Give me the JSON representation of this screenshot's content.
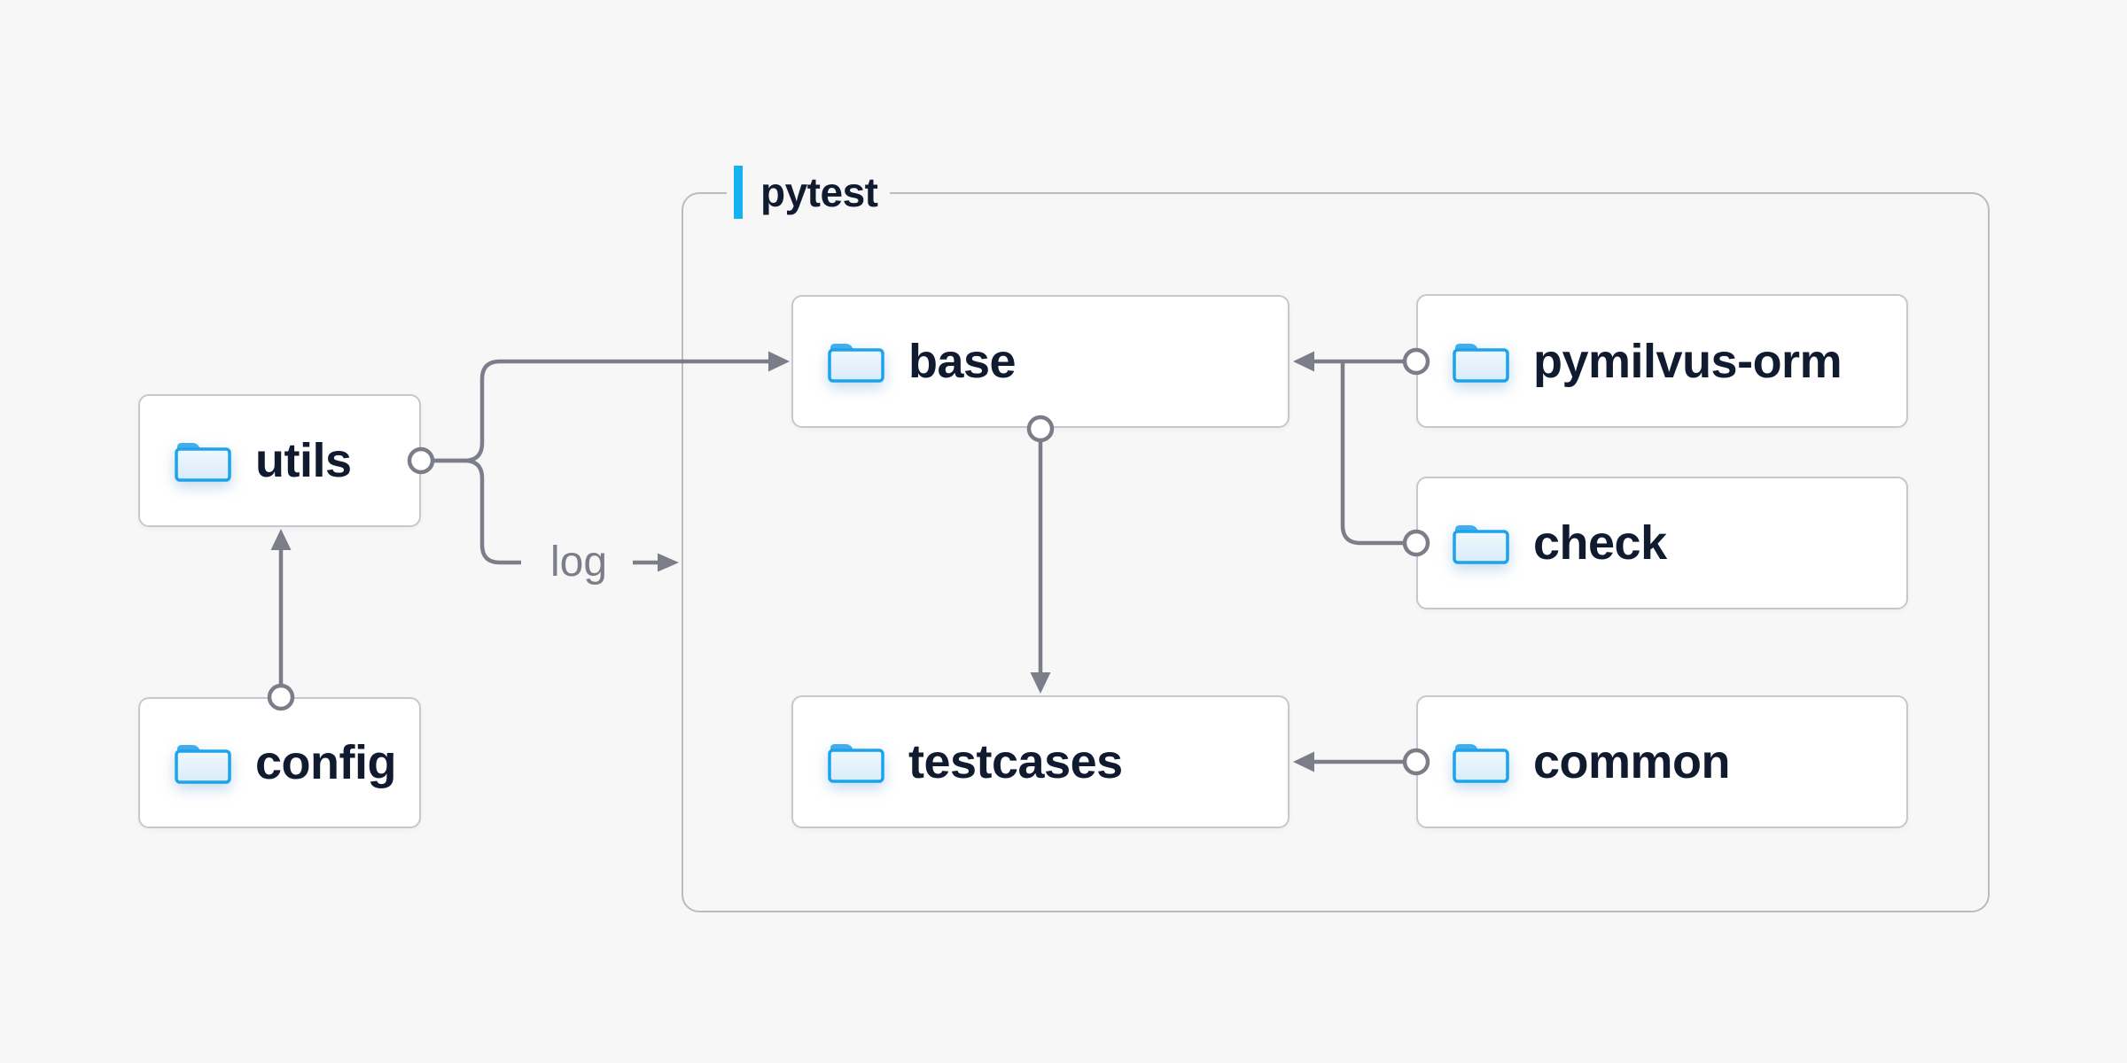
{
  "diagram_type": "folder-dependency-diagram",
  "colors": {
    "background": "#f7f7f8",
    "node_fill": "#ffffff",
    "node_border": "#c5c8cf",
    "group_border": "#b9bcc5",
    "connector_gray": "#7b7e89",
    "label_navy": "#101b2f",
    "accent_blue": "#15b2f2",
    "folder_blue": "#1da3ec"
  },
  "container": {
    "label": "pytest"
  },
  "nodes": {
    "utils": {
      "label": "utils",
      "icon": "folder-icon"
    },
    "config": {
      "label": "config",
      "icon": "folder-icon"
    },
    "base": {
      "label": "base",
      "icon": "folder-icon"
    },
    "pymilvus_orm": {
      "label": "pymilvus-orm",
      "icon": "folder-icon"
    },
    "check": {
      "label": "check",
      "icon": "folder-icon"
    },
    "testcases": {
      "label": "testcases",
      "icon": "folder-icon"
    },
    "common": {
      "label": "common",
      "icon": "folder-icon"
    }
  },
  "edges": {
    "log_label": "log",
    "list": [
      {
        "from": "utils",
        "to": "base",
        "style": "arrow"
      },
      {
        "from": "utils",
        "to": "pytest-container",
        "style": "arrow",
        "label": "log"
      },
      {
        "from": "config",
        "to": "utils",
        "style": "arrow"
      },
      {
        "from": "base",
        "to": "testcases",
        "style": "arrow"
      },
      {
        "from": "pymilvus-orm",
        "to": "base",
        "style": "arrow"
      },
      {
        "from": "check",
        "to": "base",
        "style": "arrow-merge"
      },
      {
        "from": "common",
        "to": "testcases",
        "style": "arrow"
      }
    ]
  }
}
